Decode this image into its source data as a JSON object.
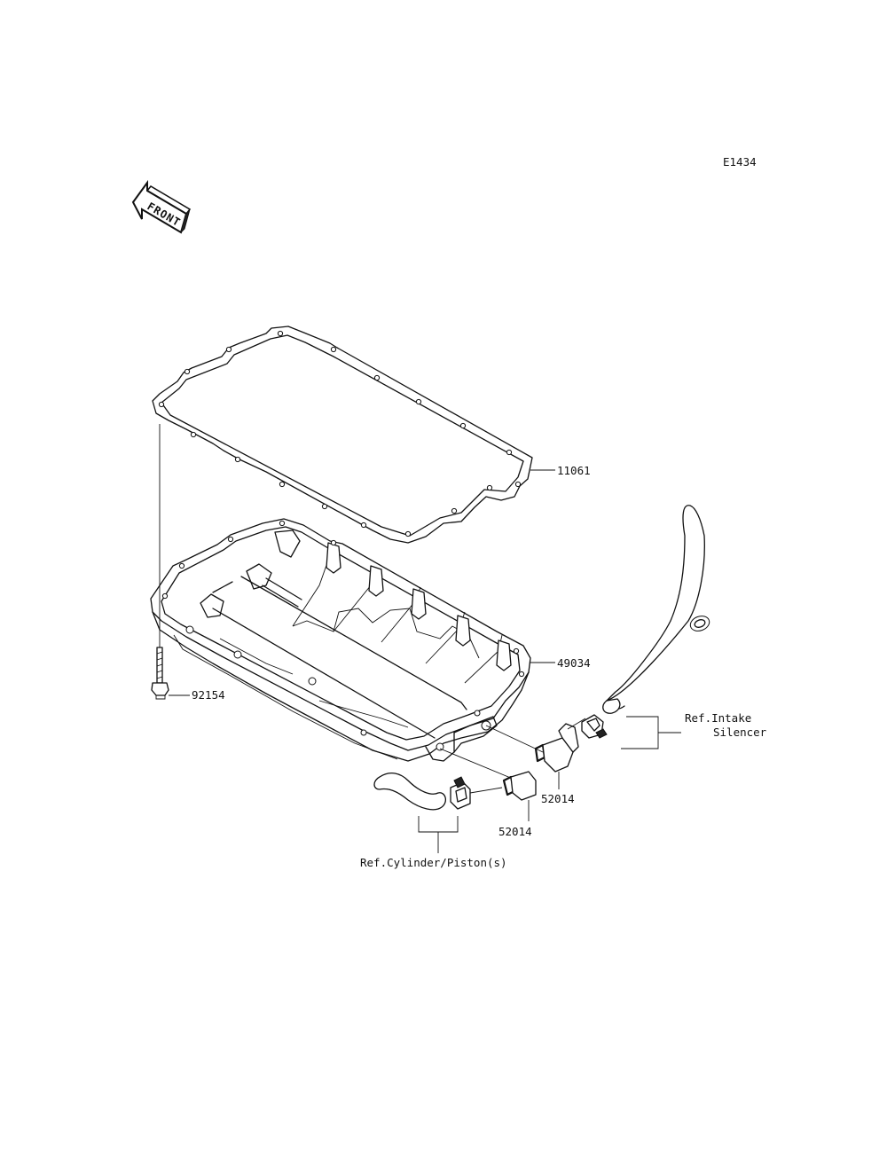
{
  "diagram_code": "E1434",
  "front_marker": "FRONT",
  "parts": {
    "gasket": "11061",
    "oil_pan": "49034",
    "bolt": "92154",
    "fitting_upper": "52014",
    "fitting_lower": "52014"
  },
  "references": {
    "intake_line1": "Ref.Intake",
    "intake_line2": "Silencer",
    "cylinder": "Ref.Cylinder/Piston(s)"
  }
}
